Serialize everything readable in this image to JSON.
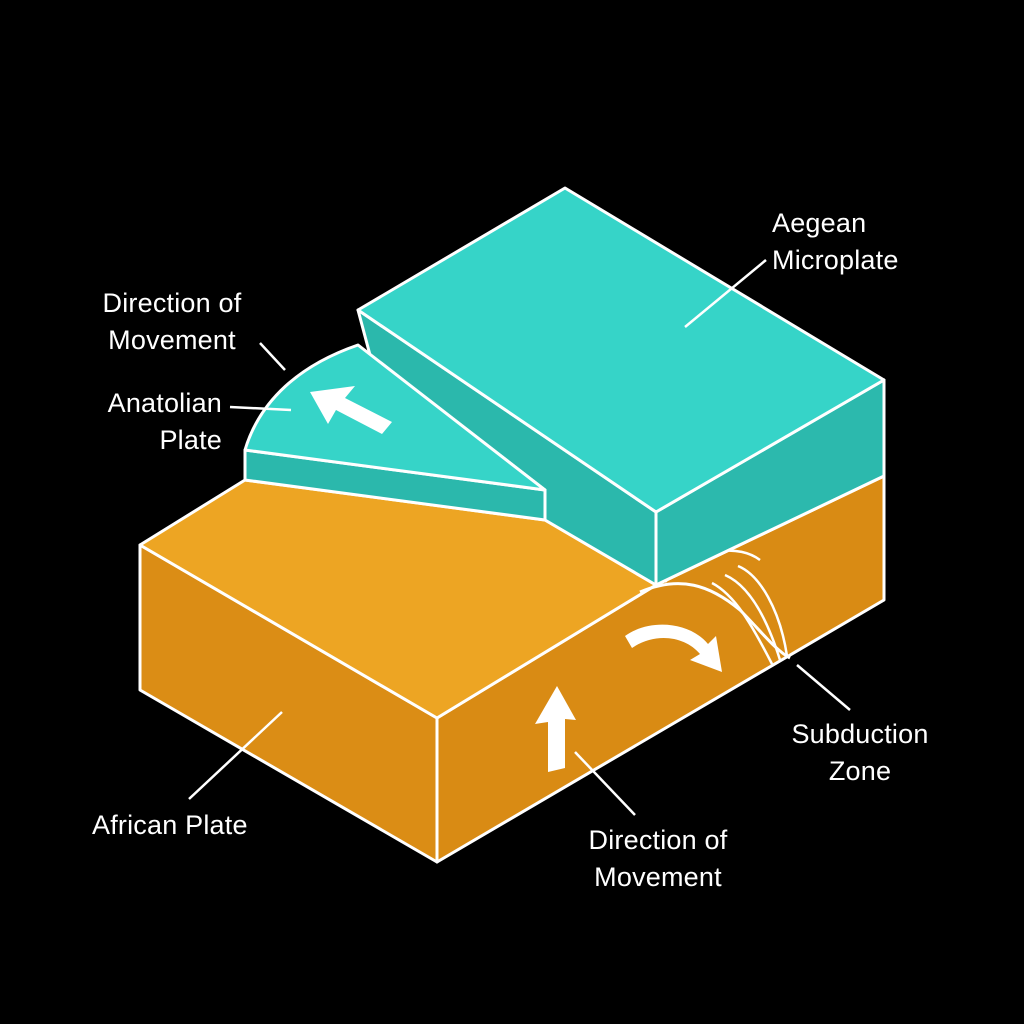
{
  "diagram": {
    "subject": "Tectonic plate block diagram with subduction zone",
    "colors": {
      "background": "#000000",
      "teal_top": "#36d4c8",
      "teal_side": "#2bb8ac",
      "orange_top": "#eda523",
      "orange_side": "#d98b14",
      "outline": "#ffffff"
    },
    "labels": {
      "aegean": {
        "line1": "Aegean",
        "line2": "Microplate"
      },
      "direction_top": {
        "line1": "Direction of",
        "line2": "Movement"
      },
      "anatolian": {
        "line1": "Anatolian",
        "line2": "Plate"
      },
      "african": {
        "line1": "African Plate"
      },
      "subduction": {
        "line1": "Subduction",
        "line2": "Zone"
      },
      "direction_bottom": {
        "line1": "Direction of",
        "line2": "Movement"
      }
    },
    "arrows": [
      {
        "name": "anatolian-movement-arrow",
        "direction": "up-left"
      },
      {
        "name": "subduction-curved-arrow",
        "direction": "curving-down-right"
      },
      {
        "name": "african-movement-arrow",
        "direction": "up"
      }
    ]
  }
}
